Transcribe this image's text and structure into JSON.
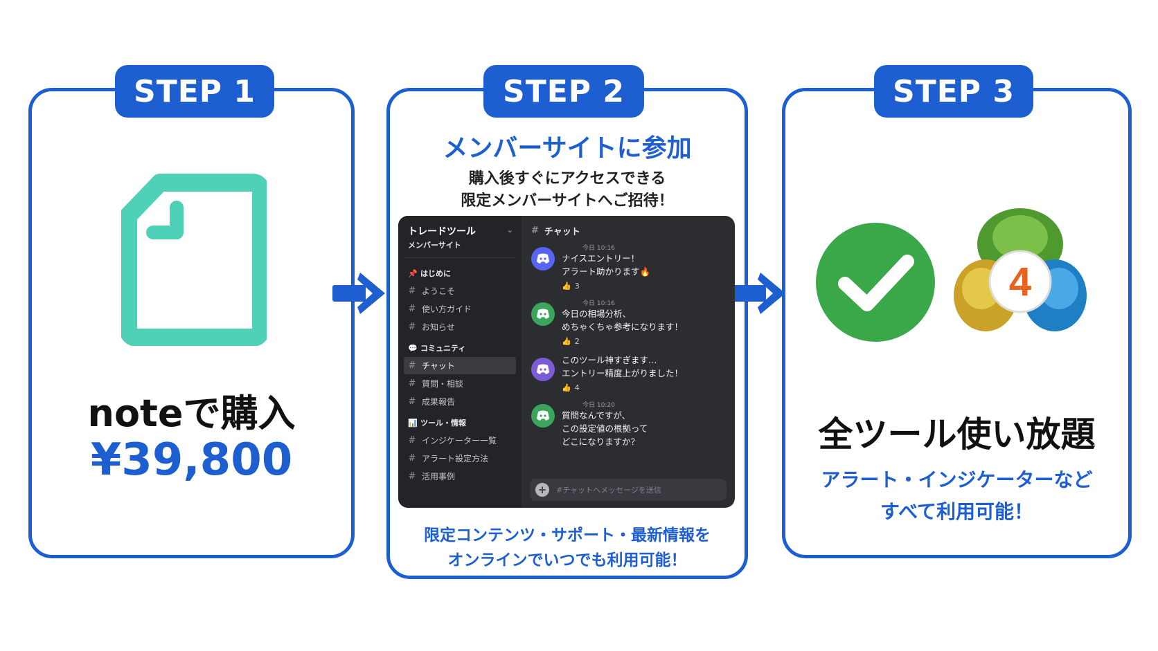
{
  "steps": [
    {
      "badge": "STEP 1",
      "title": "noteで購入",
      "price": "¥39,800",
      "icon": "document-icon",
      "icon_color": "#4fd1b7"
    },
    {
      "badge": "STEP 2",
      "title": "メンバーサイトに参加",
      "subtitle_lines": [
        "購入後すぐにアクセスできる",
        "限定メンバーサイトへご招待！"
      ],
      "footer_lines": [
        "限定コンテンツ・サポート・最新情報を",
        "オンラインでいつでも利用可能！"
      ]
    },
    {
      "badge": "STEP 3",
      "title": "全ツール使い放題",
      "subtitle_lines": [
        "アラート・インジケーターなど",
        "すべて利用可能！"
      ],
      "icons": [
        "check-icon",
        "mt4-icon"
      ],
      "mt4_label": "4"
    }
  ],
  "chat_app": {
    "server_name": "トレードツール",
    "server_sub": "メンバーサイト",
    "categories": [
      {
        "icon": "📌",
        "label": "はじめに",
        "channels": [
          "ようこそ",
          "使い方ガイド",
          "お知らせ"
        ]
      },
      {
        "icon": "💬",
        "label": "コミュニティ",
        "channels": [
          "チャット",
          "質問・相談",
          "成果報告"
        ]
      },
      {
        "icon": "📊",
        "label": "ツール・情報",
        "channels": [
          "インジケーター一覧",
          "アラート設定方法",
          "活用事例"
        ]
      }
    ],
    "active_channel": "チャット",
    "header_channel": "チャット",
    "messages": [
      {
        "time": "今日 10:16",
        "lines": [
          "ナイスエントリー！",
          "アラート助かります🔥"
        ],
        "reaction": "👍",
        "count": "3",
        "avatar_color": "#5865f2"
      },
      {
        "time": "今日 10:16",
        "lines": [
          "今日の相場分析、",
          "めちゃくちゃ参考になります！"
        ],
        "reaction": "👍",
        "count": "2",
        "avatar_color": "#3ba55c"
      },
      {
        "time": "",
        "lines": [
          "このツール神すぎます…",
          "エントリー精度上がりました！"
        ],
        "reaction": "👍",
        "count": "4",
        "avatar_color": "#7b5cd6"
      },
      {
        "time": "今日 10:20",
        "lines": [
          "質問なんですが、",
          "この設定値の根拠って",
          "どこになりますか？"
        ],
        "reaction": "",
        "count": "",
        "avatar_color": "#3ba55c"
      }
    ],
    "composer_placeholder": "#チャットへメッセージを送信"
  },
  "colors": {
    "brand_blue": "#1d5fd0",
    "check_green": "#3aa848"
  }
}
